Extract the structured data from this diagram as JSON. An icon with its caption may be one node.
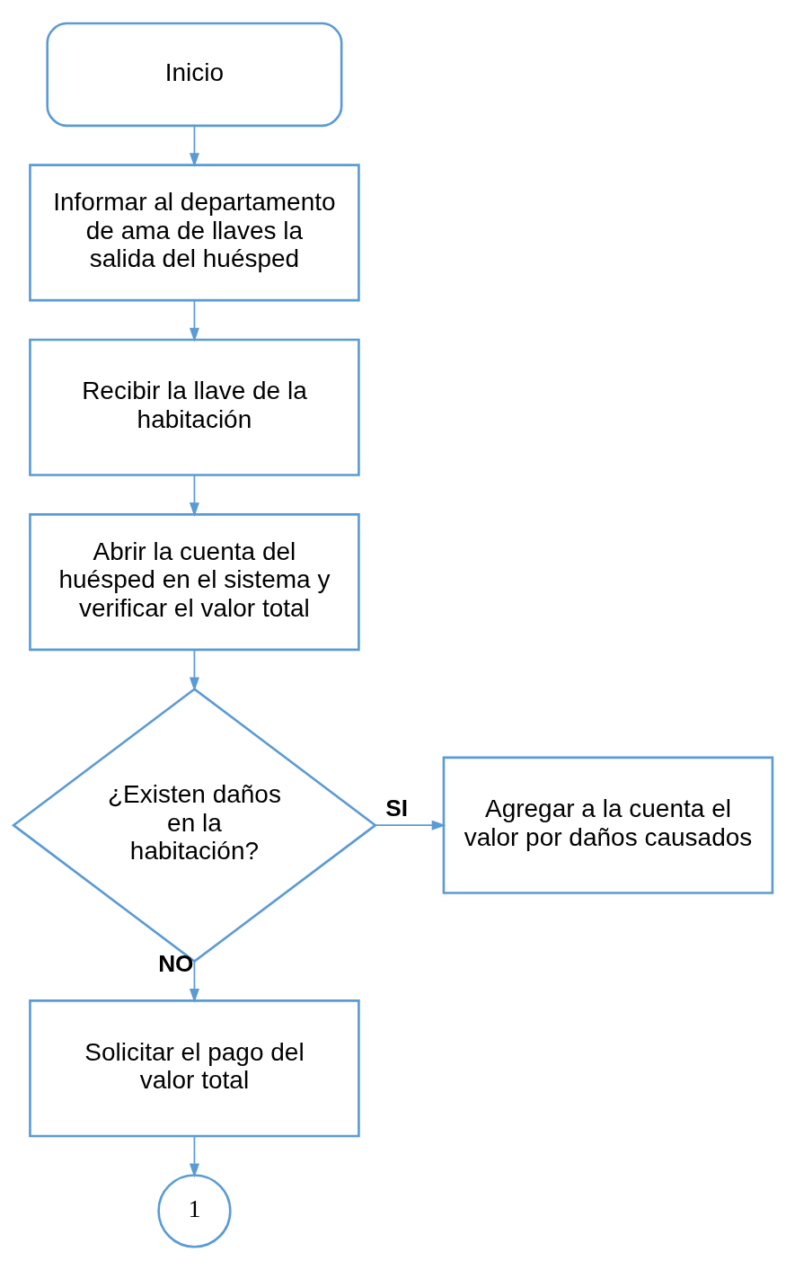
{
  "diagram": {
    "nodes": [
      {
        "text": [
          "Inicio"
        ]
      },
      {
        "text": [
          "Informar al departamento de ama de llaves la salida del huésped"
        ]
      },
      {
        "text": [
          "Recibir la llave de la habitación"
        ]
      },
      {
        "text": [
          "Abrir la cuenta del huésped en el sistema y verificar el valor total"
        ]
      },
      {
        "text": [
          "¿Existen daños en la habitación?"
        ]
      },
      {
        "text": [
          "Agregar a la cuenta el valor por daños causados"
        ]
      },
      {
        "text": [
          "Solicitar el pago del valor total"
        ]
      },
      {
        "text": [
          "1"
        ]
      }
    ],
    "edges": [
      {
        "from": 0,
        "to": 1,
        "arrow": "to"
      },
      {
        "from": 1,
        "to": 2,
        "arrow": "to"
      },
      {
        "from": 2,
        "to": 3,
        "arrow": "to"
      },
      {
        "from": 3,
        "to": 4,
        "arrow": "to"
      },
      {
        "from": 4,
        "to": 5,
        "arrow": "to",
        "label": "SI"
      },
      {
        "from": 4,
        "to": 6,
        "arrow": "to",
        "label": "NO"
      },
      {
        "from": 6,
        "to": 7,
        "arrow": "to"
      }
    ]
  }
}
